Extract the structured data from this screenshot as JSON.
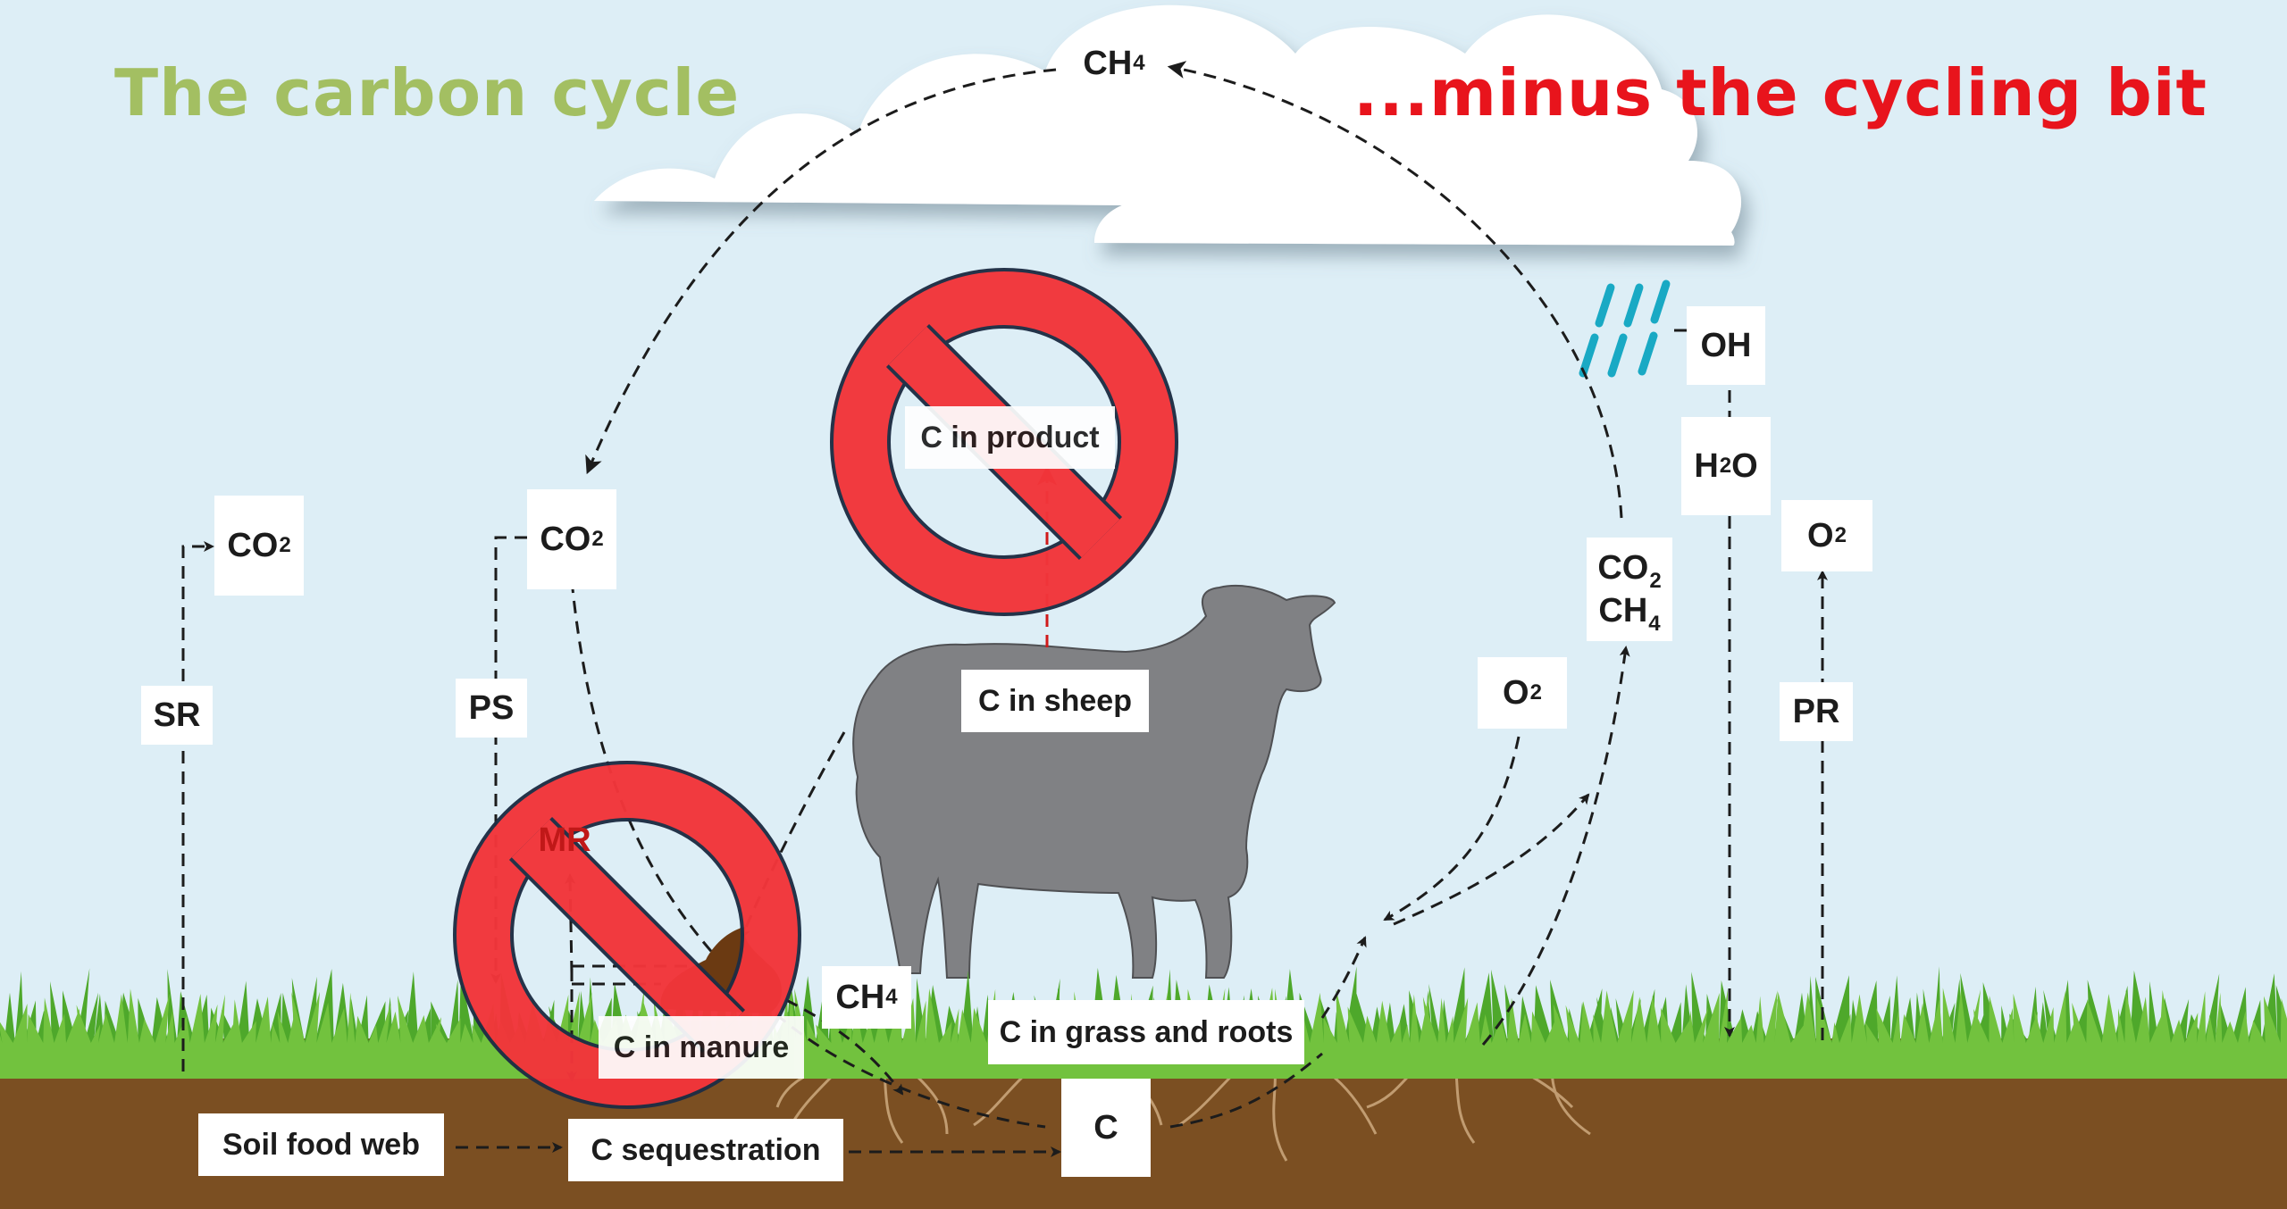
{
  "title": "The carbon cycle",
  "subtitle": "...minus the cycling bit",
  "labels": {
    "ch4_top": {
      "main": "CH",
      "sub": "4"
    },
    "co2_left": {
      "main": "CO",
      "sub": "2"
    },
    "co2_mid": {
      "main": "CO",
      "sub": "2"
    },
    "sr": "SR",
    "ps": "PS",
    "mr": "MR",
    "c_in_product": "C in product",
    "c_in_sheep": "C in sheep",
    "ch4_ground": {
      "main": "CH",
      "sub": "4"
    },
    "c_in_manure": "C in manure",
    "c_in_grass": "C in grass and roots",
    "soil_food_web": "Soil food web",
    "c_sequestration": "C sequestration",
    "c": "C",
    "oh": "OH",
    "h2o": {
      "pre": "H",
      "sub": "2",
      "post": "O"
    },
    "o2_right": {
      "main": "O",
      "sub": "2"
    },
    "pr": "PR",
    "o2_mid": {
      "main": "O",
      "sub": "2"
    },
    "co2_ch4": {
      "co": "CO",
      "co_sub": "2",
      "ch": "CH",
      "ch_sub": "4"
    }
  },
  "colors": {
    "sky": "#ddeef6",
    "title_green": "#a3bf62",
    "title_red": "#e8141c",
    "prohibition_red": "#f2353a",
    "prohibition_outline": "#1f2d44",
    "sheep": "#808184",
    "soil": "#7b4f22",
    "grass": "#6cc13a",
    "rain": "#19a9c4"
  },
  "icons": [
    "cloud-icon",
    "sheep-icon",
    "prohibition-icon",
    "rain-icon",
    "manure-icon",
    "grass-icon",
    "roots-icon"
  ]
}
